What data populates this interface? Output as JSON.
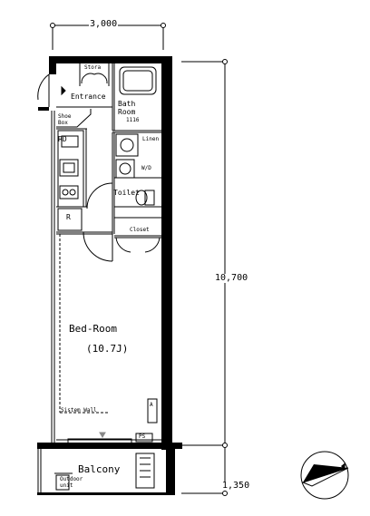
{
  "dimensions": {
    "top_width": "3,000",
    "right_height": "10,700",
    "bottom_height": "1,350"
  },
  "rooms": {
    "storage_top": "Stora",
    "entrance": "Entrance",
    "bath_room": "Bath\nRoom",
    "bath_sub": "1116",
    "shoe_box": "Shoe\nBox",
    "kitchen_note": "RD",
    "linen": "Linen",
    "wash": "W/D",
    "toilet": "Toilet",
    "fridge": "R",
    "closet": "Closet",
    "bed_room": "Bed-Room",
    "bed_room_size": "(10.7J)",
    "system_wall": "Sistem Wall",
    "balcony": "Balcony",
    "aircon_unit": "A",
    "outdoor_unit": "Outdoor\nunit",
    "pipe_shaft": "PS"
  },
  "icons": {
    "north_arrow": "compass-north-arrow-icon"
  }
}
